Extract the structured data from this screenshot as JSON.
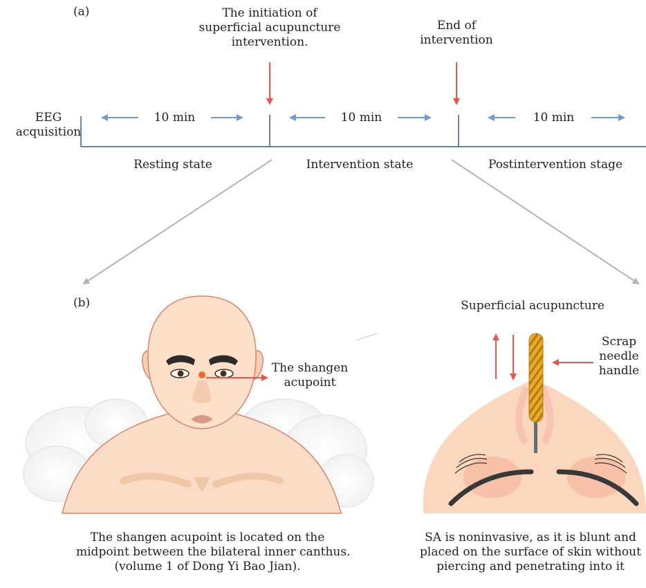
{
  "panel_a": {
    "label": "(a)",
    "start_annotation": [
      "The initiation of",
      "superficial acupuncture",
      "intervention."
    ],
    "end_annotation": [
      "End of",
      "intervention"
    ],
    "row_label": [
      "EEG",
      "acquisition"
    ],
    "durations": [
      "10 min",
      "10 min",
      "10 min"
    ],
    "stages": [
      "Resting state",
      "Intervention state",
      "Postintervention stage"
    ]
  },
  "panel_b": {
    "label": "(b)",
    "acupoint_label": [
      "The shangen",
      "acupoint"
    ],
    "face_caption": [
      "The shangen acupoint is located on the",
      "midpoint between the bilateral inner canthus.",
      "(volume 1 of Dong Yi Bao Jian)."
    ],
    "sa_title": "Superficial acupuncture",
    "needle_label": [
      "Scrap",
      "needle",
      "handle"
    ],
    "sa_caption": [
      "SA is noninvasive, as it is blunt and",
      "placed on the surface of skin without",
      "piercing and penetrating into it"
    ]
  },
  "colors": {
    "timeline": "#2e5aa0",
    "duration_arrow": "#6f9bd4",
    "event_arrow": "#e8574a",
    "connector": "#b3b3b3",
    "skin": "#fbd7be",
    "needle": "#e9a92a"
  }
}
